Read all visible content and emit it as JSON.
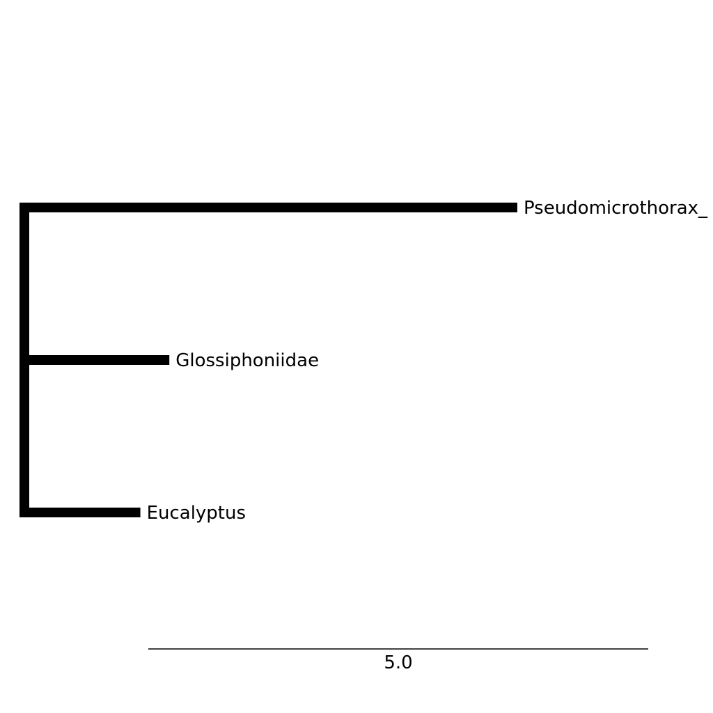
{
  "tree": {
    "root_stem_length": 0,
    "branch_color": "#000000",
    "taxa": [
      {
        "name": "Pseudomicrothorax_",
        "branch_length": 4.93
      },
      {
        "name": "Glossiphoniidae",
        "branch_length": 1.45
      },
      {
        "name": "Eucalyptus",
        "branch_length": 1.16
      }
    ]
  },
  "scale_bar": {
    "value": 5.0,
    "label": "5.0"
  }
}
